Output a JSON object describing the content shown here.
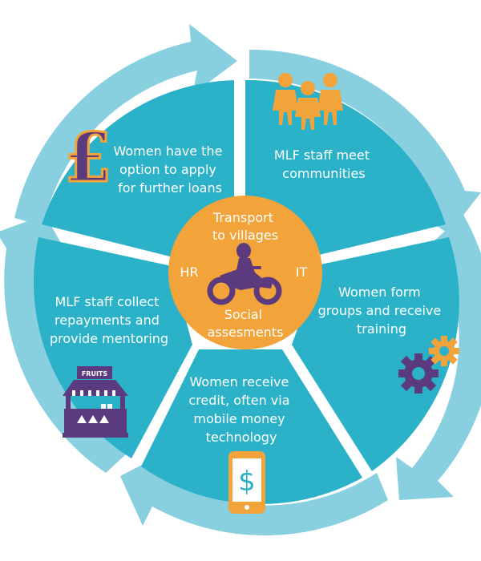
{
  "cycle": {
    "steps": [
      {
        "lines": [
          "MLF staff meet",
          "communities"
        ],
        "icon": "people-group-icon"
      },
      {
        "lines": [
          "Women form",
          "groups and receive",
          "training"
        ],
        "icon": "gears-icon"
      },
      {
        "lines": [
          "Women receive",
          "credit, often via",
          "mobile money",
          "technology"
        ],
        "icon": "mobile-money-phone-icon"
      },
      {
        "lines": [
          "MLF staff collect",
          "repayments and",
          "provide mentoring"
        ],
        "icon": "fruit-market-stall-icon"
      },
      {
        "lines": [
          "Women have the",
          "option to apply",
          "for further loans"
        ],
        "icon": "pound-sign-icon"
      }
    ]
  },
  "hub": {
    "top_lines": [
      "Transport",
      "to villages"
    ],
    "bottom_lines": [
      "Social",
      "assesments"
    ],
    "left": "HR",
    "right": "IT",
    "icon": "motorbike-rider-icon"
  },
  "stall": {
    "sign": "FRUITS"
  },
  "phone": {
    "symbol": "$"
  },
  "pound": {
    "symbol": "£"
  },
  "colors": {
    "segment": "#2bb2c9",
    "arrow": "#88cfe0",
    "hub": "#f2a33a",
    "purple": "#5c3a7e",
    "orange": "#f2a33a"
  }
}
